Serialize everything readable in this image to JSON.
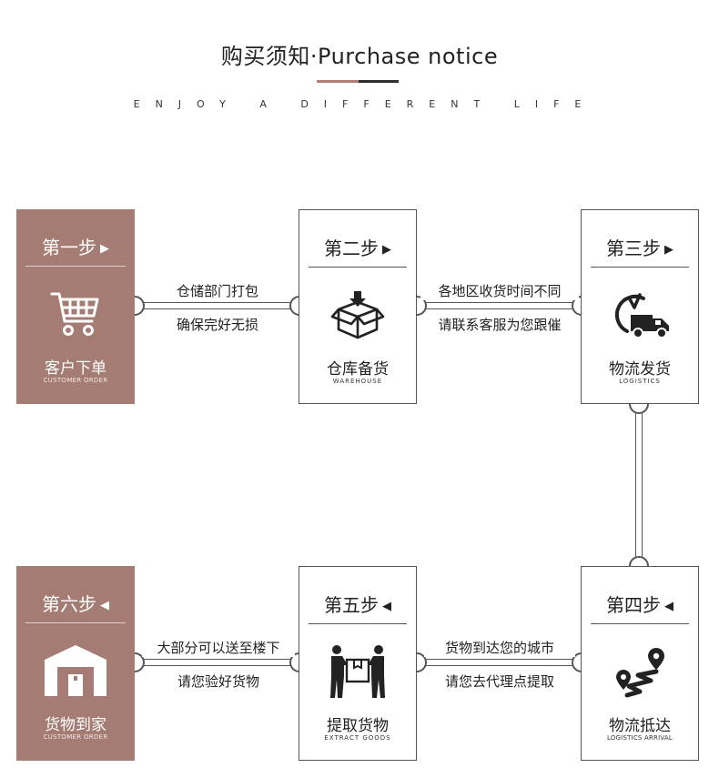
{
  "header": {
    "title": "购买须知·Purchase notice",
    "tagline": "ENJOY A DIFFERENT LIFE"
  },
  "colors": {
    "accent": "#a57c73",
    "dark": "#2d2d2d",
    "line": "#555555"
  },
  "steps": [
    {
      "step": "第一步",
      "arrow": "▶",
      "label": "客户下单",
      "sub": "CUSTOMER ORDER",
      "icon": "shopping-cart-icon"
    },
    {
      "step": "第二步",
      "arrow": "▶",
      "label": "仓库备货",
      "sub": "WAREHOUSE",
      "icon": "package-box-icon"
    },
    {
      "step": "第三步",
      "arrow": "▶",
      "label": "物流发货",
      "sub": "LOGISTICS",
      "icon": "delivery-truck-clock-icon"
    },
    {
      "step": "第四步",
      "arrow": "◀",
      "label": "物流抵达",
      "sub": "LOGISTICS ARRIVAL",
      "icon": "map-route-pin-icon"
    },
    {
      "step": "第五步",
      "arrow": "◀",
      "label": "提取货物",
      "sub": "EXTRACT GOODS",
      "icon": "people-carrying-box-icon"
    },
    {
      "step": "第六步",
      "arrow": "◀",
      "label": "货物到家",
      "sub": "CUSTOMER ORDER",
      "icon": "garage-home-icon"
    }
  ],
  "connectors": [
    {
      "line1": "仓储部门打包",
      "line2": "确保完好无损"
    },
    {
      "line1": "各地区收货时间不同",
      "line2": "请联系客服为您跟催"
    },
    {
      "line1": "货物到达您的城市",
      "line2": "请您去代理点提取"
    },
    {
      "line1": "大部分可以送至楼下",
      "line2": "请您验好货物"
    }
  ]
}
